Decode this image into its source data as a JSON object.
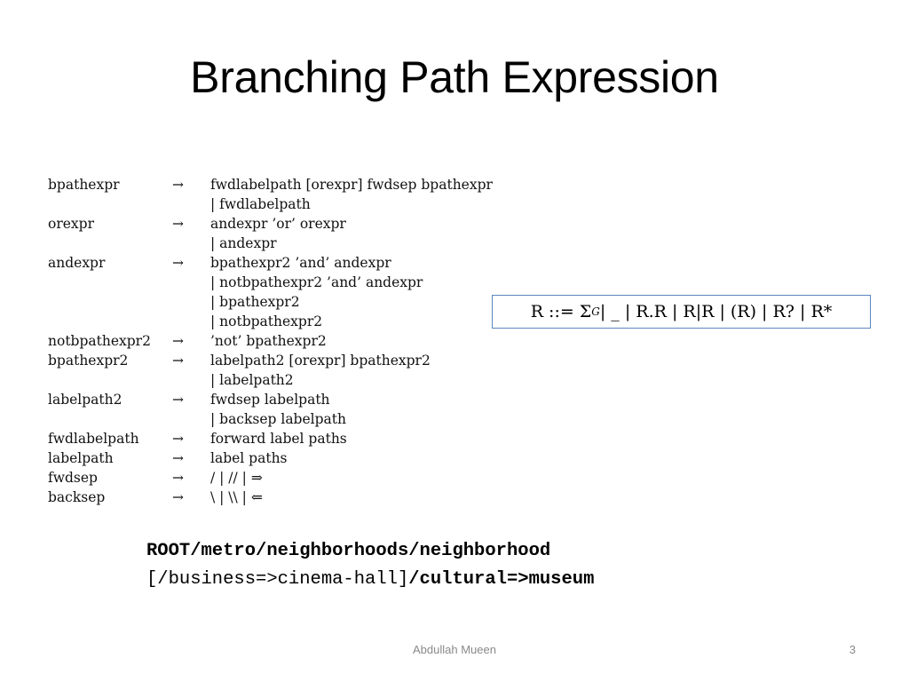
{
  "slide": {
    "title": "Branching Path Expression",
    "footer_author": "Abdullah Mueen",
    "page_number": "3"
  },
  "grammar": {
    "rules": [
      {
        "lhs": "bpathexpr",
        "arrow": "→",
        "rhs": "fwdlabelpath [orexpr] fwdsep bpathexpr"
      },
      {
        "lhs": "",
        "arrow": "",
        "rhs": "| fwdlabelpath"
      },
      {
        "lhs": "orexpr",
        "arrow": "→",
        "rhs": "andexpr ’or’ orexpr"
      },
      {
        "lhs": "",
        "arrow": "",
        "rhs": "| andexpr"
      },
      {
        "lhs": "andexpr",
        "arrow": "→",
        "rhs": "bpathexpr2 ’and’ andexpr"
      },
      {
        "lhs": "",
        "arrow": "",
        "rhs": "| notbpathexpr2 ’and’ andexpr"
      },
      {
        "lhs": "",
        "arrow": "",
        "rhs": "| bpathexpr2"
      },
      {
        "lhs": "",
        "arrow": "",
        "rhs": "| notbpathexpr2"
      },
      {
        "lhs": "notbpathexpr2",
        "arrow": "→",
        "rhs": "’not’ bpathexpr2"
      },
      {
        "lhs": "bpathexpr2",
        "arrow": "→",
        "rhs": "labelpath2 [orexpr] bpathexpr2"
      },
      {
        "lhs": "",
        "arrow": "",
        "rhs": "| labelpath2"
      },
      {
        "lhs": "labelpath2",
        "arrow": "→",
        "rhs": "fwdsep labelpath"
      },
      {
        "lhs": "",
        "arrow": "",
        "rhs": "| backsep labelpath"
      },
      {
        "lhs": "fwdlabelpath",
        "arrow": "→",
        "rhs": "forward label paths"
      },
      {
        "lhs": "labelpath",
        "arrow": "→",
        "rhs": "label paths"
      },
      {
        "lhs": "fwdsep",
        "arrow": "→",
        "rhs": "/ | // | ⇒"
      },
      {
        "lhs": "backsep",
        "arrow": "→",
        "rhs": "\\ | \\\\ | ⇐"
      }
    ]
  },
  "regex": {
    "prefix": "R ::= Σ",
    "subscript": "G",
    "suffix": " | _ | R.R | R|R | (R) | R? | R*"
  },
  "example": {
    "line1": "ROOT/metro/neighborhoods/neighborhood",
    "line2_plain": "[/business=>cinema-hall]",
    "line2_bold": "/cultural=>museum"
  }
}
